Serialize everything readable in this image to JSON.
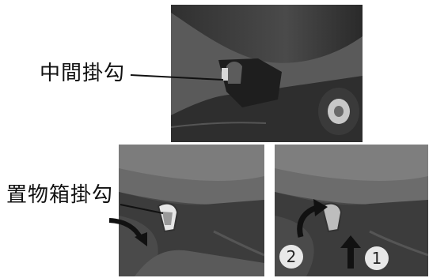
{
  "labels": {
    "center_hook": "中間掛勾",
    "storage_box_hook": "置物箱掛勾"
  },
  "steps": {
    "first": "1",
    "second": "2"
  },
  "colors": {
    "label_text": "#111111",
    "arrow": "#111111",
    "badge_fill": "#e8e8e8"
  }
}
